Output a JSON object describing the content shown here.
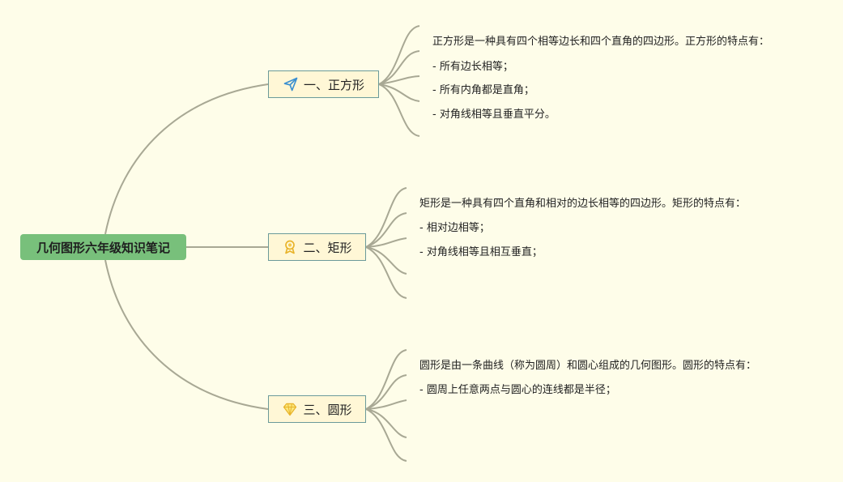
{
  "root": {
    "title": "几何图形六年级知识笔记"
  },
  "branches": [
    {
      "label": "一、正方形",
      "icon": "paper-plane-icon",
      "notes": [
        "正方形是一种具有四个相等边长和四个直角的四边形。正方形的特点有：",
        "- 所有边长相等；",
        "- 所有内角都是直角；",
        "- 对角线相等且垂直平分。"
      ]
    },
    {
      "label": "二、矩形",
      "icon": "award-medal-icon",
      "notes": [
        "矩形是一种具有四个直角和相对的边长相等的四边形。矩形的特点有：",
        "- 相对边相等；",
        "- 对角线相等且相互垂直；"
      ]
    },
    {
      "label": "三、圆形",
      "icon": "diamond-icon",
      "notes": [
        "圆形是由一条曲线（称为圆周）和圆心组成的几何图形。圆形的特点有：",
        "- 圆周上任意两点与圆心的连线都是半径；"
      ]
    }
  ],
  "colors": {
    "background": "#fefde9",
    "root_fill": "#78c07b",
    "branch_fill": "#fff7d6",
    "branch_border": "#6b9a9a",
    "connector": "#a8a894"
  }
}
